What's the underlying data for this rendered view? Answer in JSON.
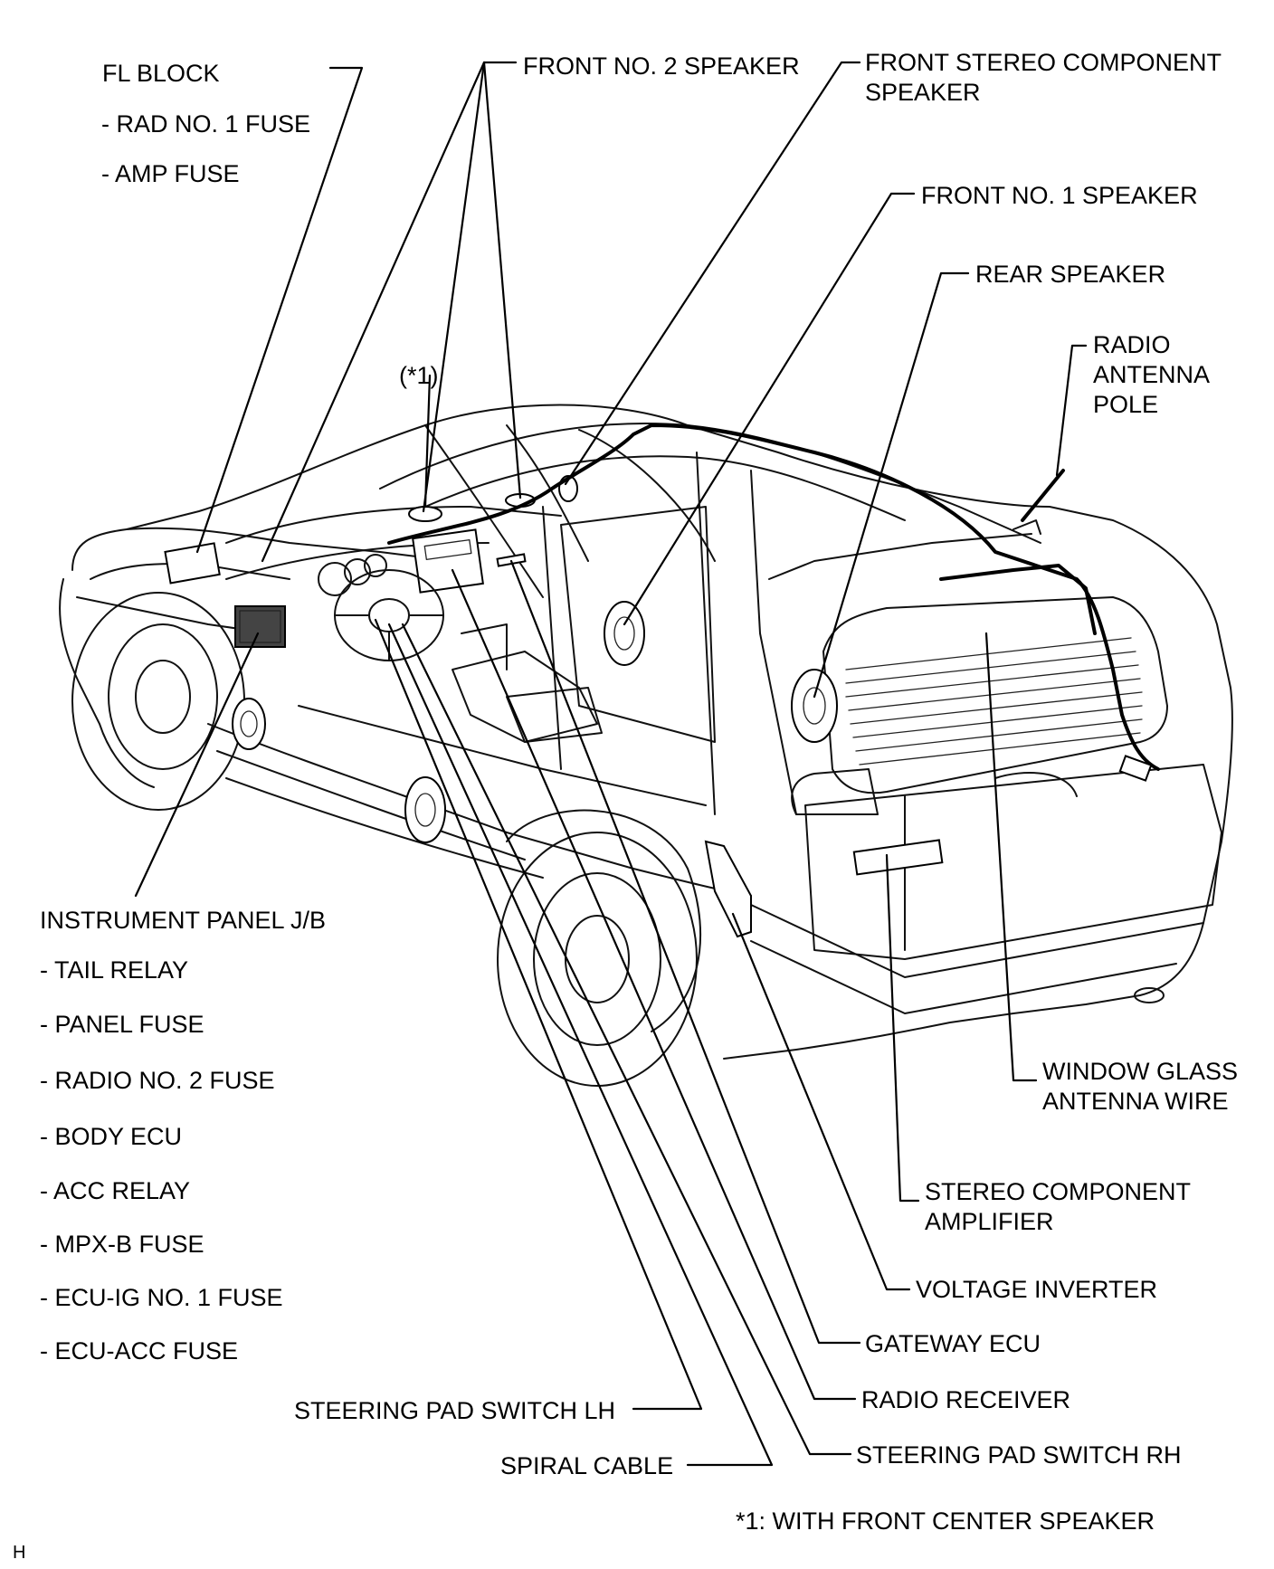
{
  "labels": {
    "fl_block": "FL BLOCK",
    "rad_no1_fuse": "- RAD NO. 1 FUSE",
    "amp_fuse": "- AMP FUSE",
    "front_no2_speaker": "FRONT NO. 2 SPEAKER",
    "front_stereo_component_speaker_1": "FRONT STEREO COMPONENT",
    "front_stereo_component_speaker_2": "SPEAKER",
    "front_no1_speaker": "FRONT NO. 1 SPEAKER",
    "rear_speaker": "REAR SPEAKER",
    "radio_antenna_pole_1": "RADIO",
    "radio_antenna_pole_2": "ANTENNA",
    "radio_antenna_pole_3": "POLE",
    "front_center_marker": "(*1)",
    "instrument_panel_jb": "INSTRUMENT PANEL J/B",
    "ipjb_items": [
      "- TAIL RELAY",
      "- PANEL FUSE",
      "- RADIO NO. 2 FUSE",
      "- BODY ECU",
      "- ACC RELAY",
      "- MPX-B FUSE",
      "- ECU-IG NO. 1 FUSE",
      "- ECU-ACC FUSE"
    ],
    "window_glass_antenna_wire_1": "WINDOW GLASS",
    "window_glass_antenna_wire_2": "ANTENNA WIRE",
    "stereo_component_amplifier_1": "STEREO COMPONENT",
    "stereo_component_amplifier_2": "AMPLIFIER",
    "voltage_inverter": "VOLTAGE INVERTER",
    "gateway_ecu": "GATEWAY ECU",
    "radio_receiver": "RADIO RECEIVER",
    "steering_pad_switch_rh": "STEERING PAD SWITCH RH",
    "steering_pad_switch_lh": "STEERING PAD SWITCH LH",
    "spiral_cable": "SPIRAL CABLE",
    "footnote": "*1: WITH FRONT CENTER SPEAKER",
    "figure_code": "H"
  }
}
